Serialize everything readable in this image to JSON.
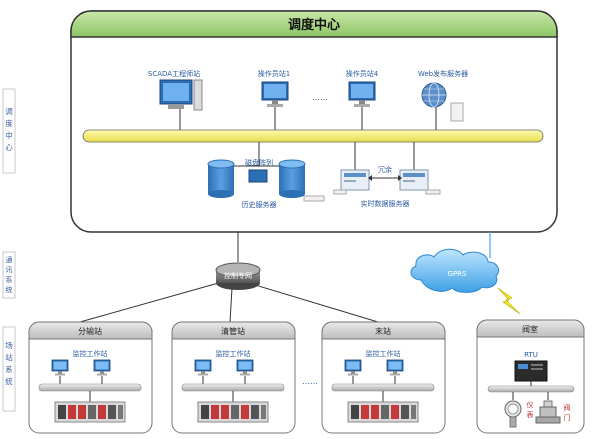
{
  "side_labels": {
    "dispatch": [
      "调",
      "度",
      "中",
      "心"
    ],
    "comm": [
      "通",
      "讯",
      "系",
      "统"
    ],
    "field": [
      "场",
      "站",
      "系",
      "统"
    ]
  },
  "center": {
    "title": "调度中心",
    "scada": "SCADA工程师站",
    "op1": "操作员站1",
    "dots": "……",
    "op4": "操作员站4",
    "web": "Web发布服务器",
    "disk": "磁盘阵列",
    "history": "历史服务器",
    "redundant": "冗余",
    "realtime": "实时数据服务器"
  },
  "network": {
    "private": "控制专网",
    "gprs": "GPRS"
  },
  "stations": [
    {
      "name": "分输站",
      "sub": "监控工作站"
    },
    {
      "name": "清管站",
      "sub": "监控工作站"
    },
    {
      "name": "末站",
      "sub": "监控工作站"
    }
  ],
  "station_dots": "……",
  "valve": {
    "name": "阀室",
    "rtu": "RTU",
    "instrument": [
      "仪",
      "表"
    ],
    "valve_label": [
      "阀",
      "门"
    ]
  }
}
